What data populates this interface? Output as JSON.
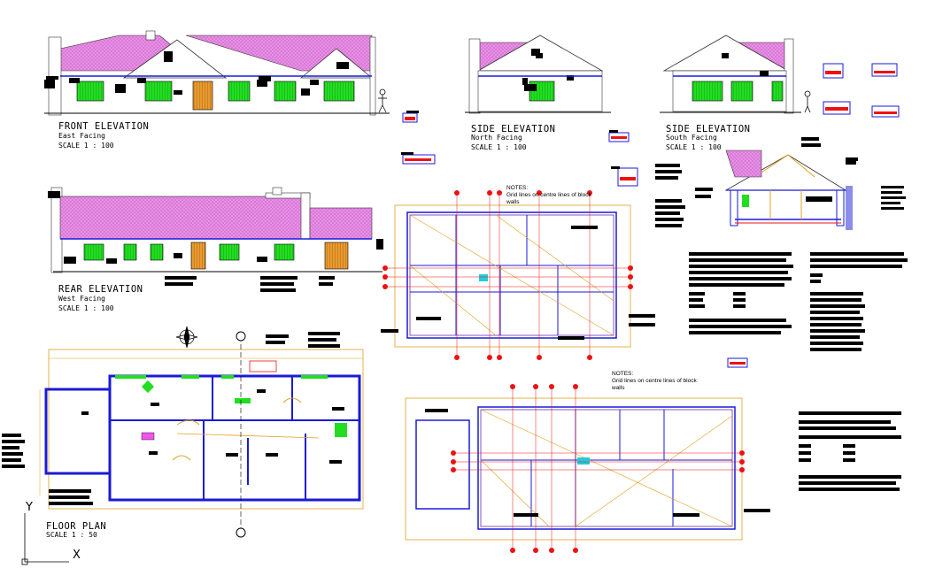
{
  "front_elevation": {
    "title": "FRONT ELEVATION",
    "facing": "East Facing",
    "scale": "SCALE 1 : 100"
  },
  "side_elevation_north": {
    "title": "SIDE ELEVATION",
    "facing": "North Facing",
    "scale": "SCALE 1 : 100"
  },
  "side_elevation_south": {
    "title": "SIDE ELEVATION",
    "facing": "South Facing",
    "scale": "SCALE 1 : 100"
  },
  "rear_elevation": {
    "title": "REAR ELEVATION",
    "facing": "West Facing",
    "scale": "SCALE 1 : 100"
  },
  "floor_plan": {
    "title": "FLOOR PLAN",
    "scale": "SCALE 1 : 50"
  },
  "foundation_notes_top": {
    "heading": "NOTES:",
    "line1": "Grid lines on centre lines of block",
    "line2": "walls"
  },
  "foundation_notes_bottom": {
    "heading": "NOTES:",
    "line1": "Grid lines on centre lines of block",
    "line2": "walls"
  },
  "ucs": {
    "y": "Y",
    "x": "X"
  },
  "colors": {
    "roof": "#e88ee6",
    "window": "#22dd22",
    "door": "#e08a20",
    "wall": "#1a1ad8",
    "grid_marker": "#ee1111",
    "dimension": "#e0a020"
  }
}
